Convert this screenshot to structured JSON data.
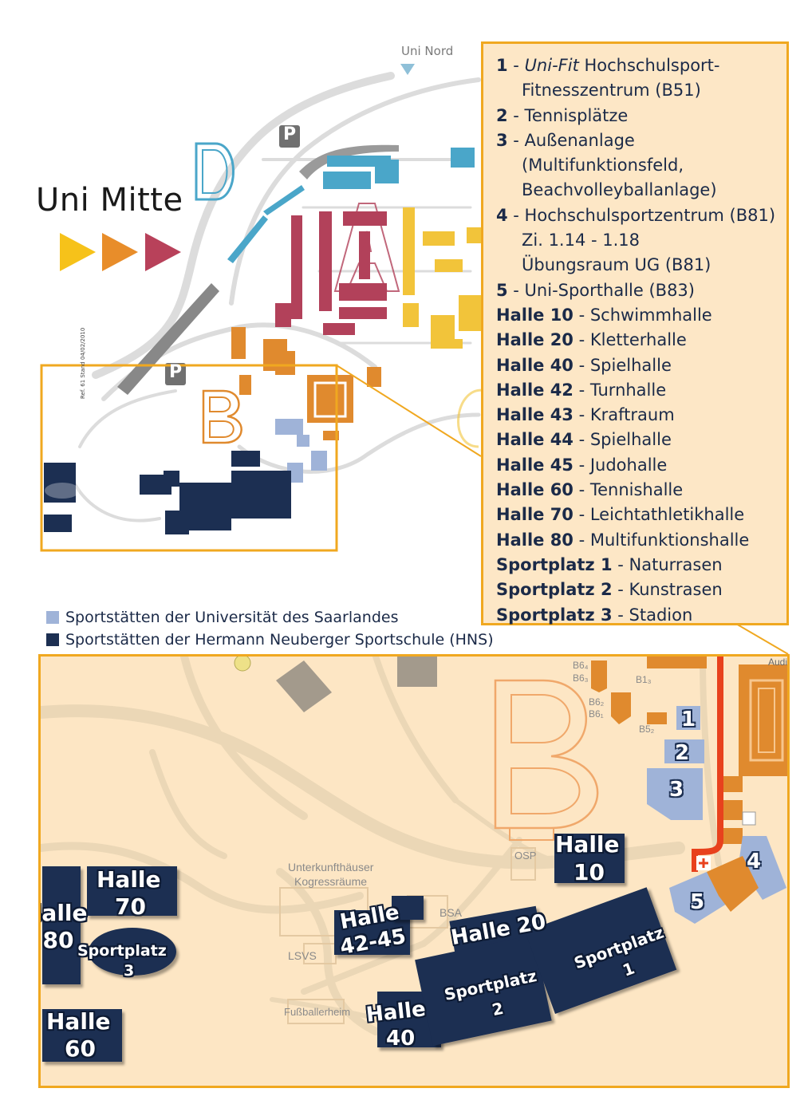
{
  "title": "Uni Mitte",
  "labels": {
    "uni_nord": "Uni Nord",
    "parking": "P",
    "zone_d": "D",
    "zone_a": "A",
    "zone_b": "B",
    "zone_c": "C",
    "ref": "Ref. 61 Stand 04/02/2010"
  },
  "facilities": [
    {
      "key": "1",
      "text": " - ",
      "italic": "Uni-Fit",
      "rest": " Hochschulsport-"
    },
    {
      "key": "",
      "text": "Fitnesszentrum (B51)",
      "indent": true
    },
    {
      "key": "2",
      "text": " - Tennisplätze"
    },
    {
      "key": "3",
      "text": " - Außenanlage"
    },
    {
      "key": "",
      "text": "(Multifunktionsfeld,",
      "indent": true
    },
    {
      "key": "",
      "text": "Beachvolleyballanlage)",
      "indent": true
    },
    {
      "key": "4",
      "text": " - Hochschulsportzentrum (B81)"
    },
    {
      "key": "",
      "text": "Zi. 1.14 - 1.18",
      "indent": true
    },
    {
      "key": "",
      "text": "Übungsraum UG (B81)",
      "indent": true
    },
    {
      "key": "5",
      "text": " - Uni-Sporthalle (B83)"
    },
    {
      "key": "Halle 10",
      "text": " - Schwimmhalle"
    },
    {
      "key": "Halle 20",
      "text": " - Kletterhalle"
    },
    {
      "key": "Halle 40",
      "text": " - Spielhalle"
    },
    {
      "key": "Halle 42",
      "text": " - Turnhalle"
    },
    {
      "key": "Halle 43",
      "text": " - Kraftraum"
    },
    {
      "key": "Halle 44",
      "text": " - Spielhalle"
    },
    {
      "key": "Halle 45",
      "text": " - Judohalle"
    },
    {
      "key": "Halle 60",
      "text": " - Tennishalle"
    },
    {
      "key": "Halle 70",
      "text": " - Leichtathletikhalle"
    },
    {
      "key": "Halle 80",
      "text": " - Multifunktionshalle"
    },
    {
      "key": "Sportplatz 1",
      "text": " - Naturrasen"
    },
    {
      "key": "Sportplatz 2",
      "text": " - Kunstrasen"
    },
    {
      "key": "Sportplatz 3",
      "text": " - Stadion"
    }
  ],
  "legend": {
    "uds": "Sportstätten der Universität des Saarlandes",
    "hns": "Sportstätten der Hermann Neuberger Sportschule (HNS)",
    "uds_color": "#9fb3d8",
    "hns_color": "#1c2f52"
  },
  "detail": {
    "halle": "Halle",
    "sportplatz": "Sportplatz",
    "h10": "10",
    "h70": "70",
    "h80": "80",
    "h60": "60",
    "h40": "40",
    "h4245": "42-45",
    "h20": "Halle 20",
    "sp1": "1",
    "sp2": "2",
    "sp3": "3",
    "n1": "1",
    "n2": "2",
    "n3": "3",
    "n4": "4",
    "n5": "5",
    "b": "B",
    "osp": "OSP",
    "bsa": "BSA",
    "lsvs": "LSVS",
    "unterkunft": "Unterkunfthäuser",
    "kongress": "Kogressräume",
    "fussball": "Fußballerheim",
    "b64": "B6₄",
    "b63": "B6₃",
    "b13": "B1₃",
    "b62": "B6₂",
    "b61": "B6₁",
    "b52": "B5₂",
    "audi": "Audi"
  },
  "colors": {
    "accent": "#f0a820",
    "panel": "#fde6c4",
    "hns": "#1c2f52",
    "uds": "#9fb3d8",
    "zone_a": "#b2415a",
    "zone_b": "#e08a2e",
    "zone_c": "#f2c43a",
    "zone_d": "#4aa6c9"
  }
}
